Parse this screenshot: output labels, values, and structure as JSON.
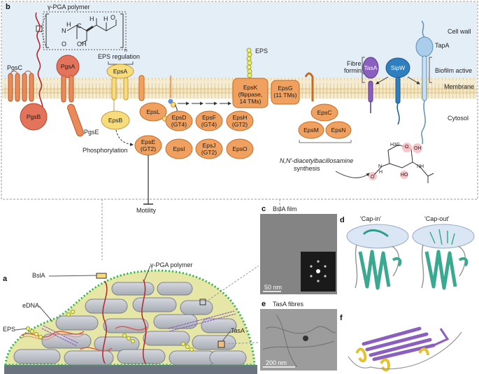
{
  "panels": {
    "a": "a",
    "b": "b",
    "c": "c",
    "d": "d",
    "e": "e",
    "f": "f"
  },
  "panel_b": {
    "pga_polymer": "γ-PGA polymer",
    "chem": {
      "nh": "N",
      "h": "H",
      "c": "C",
      "o": "O",
      "oh": "OH",
      "subscript_n": "n"
    },
    "eps_regulation": "EPS regulation",
    "eps": "EPS",
    "cell_wall": "Cell wall",
    "membrane": "Membrane",
    "cytosol": "Cytosol",
    "fibre_forming_1": "Fibre",
    "fibre_forming_2": "forming",
    "biofilm_active": "Biofilm active",
    "phosphorylation": "Phosphorylation",
    "motility": "Motility",
    "synthesis_line1": "N,N′-diacetylbacillosamine",
    "synthesis_line2": "synthesis",
    "proteins": {
      "pgsc": "PgsC",
      "pgsa": "PgsA",
      "pgsb": "PgsB",
      "pgse": "PgsE",
      "epsa": "EpsA",
      "epsb": "EpsB",
      "epsl": "EpsL",
      "epsd": "EpsD",
      "epsd_sub": "(GT4)",
      "epsf": "EpsF",
      "epsf_sub": "(GT4)",
      "epsh": "EpsH",
      "epsh_sub": "(GT2)",
      "epse": "EpsE",
      "epse_sub": "(GT2)",
      "epsi": "EpsI",
      "epsj": "EpsJ",
      "epsj_sub": "(GT2)",
      "epso": "EpsO",
      "epsk": "EpsK",
      "epsk_sub1": "(flippase,",
      "epsk_sub2": "14 TMs)",
      "epsg": "EpsG",
      "epsg_sub": "(11 TMs)",
      "epsc": "EpsC",
      "epsm": "EpsM",
      "epsn": "EpsN",
      "tasa": "TasA",
      "sipw": "SipW",
      "tapa": "TapA"
    },
    "sugar_atoms": {
      "h3c": "H3C",
      "o": "O",
      "oh": "OH",
      "ho": "HO",
      "nh": "NH",
      "n": "N",
      "h": "H"
    }
  },
  "panel_a": {
    "bsla": "BslA",
    "pga": "γ-PGA polymer",
    "edna": "eDNA",
    "eps": "EPS",
    "tasa": "TasA"
  },
  "panel_c": {
    "title": "BslA film",
    "scale": "50 nm"
  },
  "panel_d": {
    "cap_in": "'Cap-in'",
    "cap_out": "'Cap-out'"
  },
  "panel_e": {
    "title": "TasA fibres",
    "scale": "200 nm"
  },
  "colors": {
    "orange": "#f0a160",
    "orange_dark": "#c56b25",
    "red": "#e3735a",
    "yellow": "#f7dc7b",
    "teal": "#3aa98f",
    "purple": "#8a5fbf",
    "blue": "#2f7fbf",
    "membrane": "#e6dcb6",
    "biofilm": "#e6e7a6",
    "cell": "#b8bcc4"
  },
  "icons": [
    "hexasaccharide-chain-icon",
    "phosphate-group-icon",
    "bacterial-cell-icon"
  ]
}
